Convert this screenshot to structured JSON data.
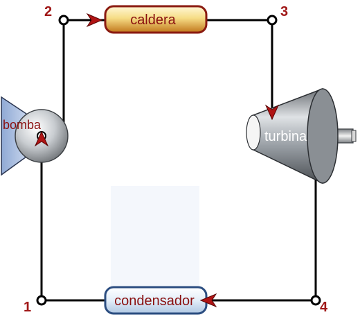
{
  "components": {
    "caldera": "caldera",
    "turbina": "turbina",
    "condensador": "condensador",
    "bomba": "bomba"
  },
  "states": {
    "s1": "1",
    "s2": "2",
    "s3": "3",
    "s4": "4"
  },
  "colors": {
    "line": "#000000",
    "arrow": "#b01414",
    "label": "#a01818",
    "boiler": "#f3d97a",
    "condenser": "#dbe8f6",
    "machine": "#9aa0a6"
  }
}
